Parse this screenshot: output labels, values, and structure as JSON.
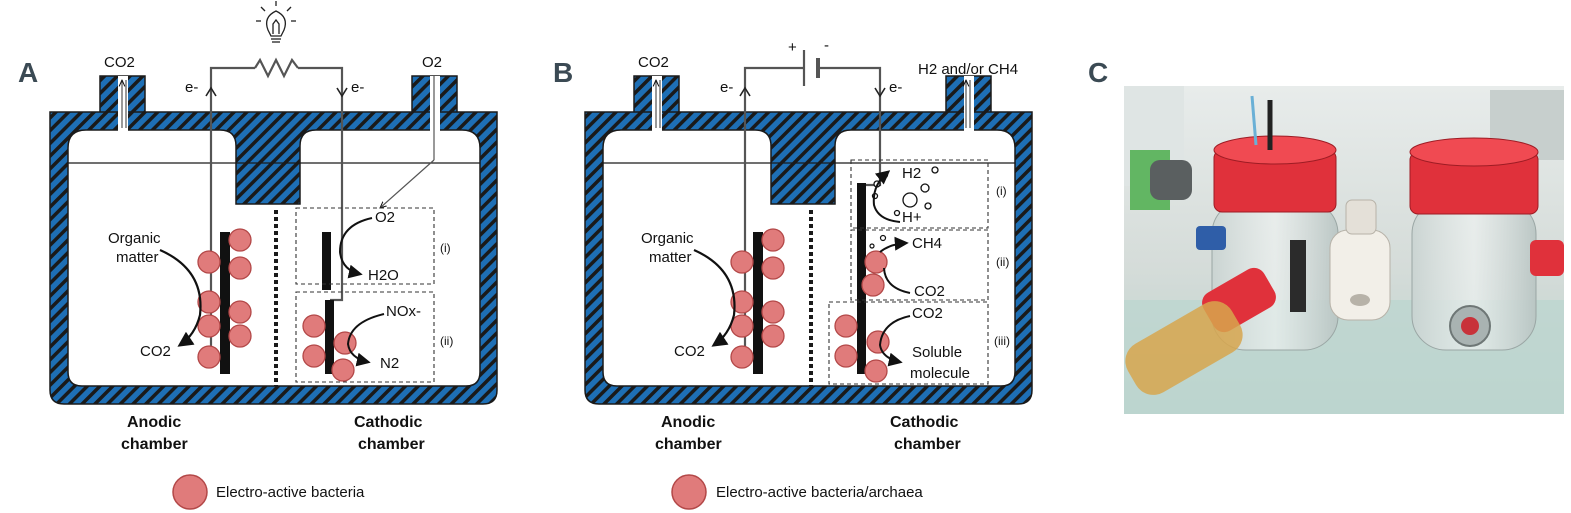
{
  "panels": {
    "a": {
      "letter": "A",
      "gas_left": "CO2",
      "gas_right": "O2",
      "electron_left": "e-",
      "electron_right": "e-",
      "organic_line1": "Organic",
      "organic_line2": "matter",
      "co2_out": "CO2",
      "box1_in": "O2",
      "box1_out": "H2O",
      "box1_tag": "(i)",
      "box2_in": "NOx-",
      "box2_out": "N2",
      "box2_tag": "(ii)",
      "anodic_line1": "Anodic",
      "anodic_line2": "chamber",
      "cathodic_line1": "Cathodic",
      "cathodic_line2": "chamber",
      "legend": "Electro-active bacteria"
    },
    "b": {
      "letter": "B",
      "gas_left": "CO2",
      "gas_right": "H2 and/or CH4",
      "plus": "+",
      "minus": "-",
      "electron_left": "e-",
      "electron_right": "e-",
      "organic_line1": "Organic",
      "organic_line2": "matter",
      "co2_out": "CO2",
      "box1_h2": "H2",
      "box1_hplus": "H+",
      "box1_tag": "(i)",
      "box2_out": "CH4",
      "box2_in": "CO2",
      "box2_tag": "(ii)",
      "box3_in": "CO2",
      "box3_out_line1": "Soluble",
      "box3_out_line2": "molecule",
      "box3_tag": "(iii)",
      "anodic_line1": "Anodic",
      "anodic_line2": "chamber",
      "cathodic_line1": "Cathodic",
      "cathodic_line2": "chamber",
      "legend": "Electro-active bacteria/archaea"
    },
    "c": {
      "letter": "C"
    }
  },
  "colors": {
    "hatch_blue": "#1e6fb5",
    "hatch_dark": "#1a1a1a",
    "bacteria_fill": "#e07b7b",
    "bacteria_stroke": "#b34848",
    "wire": "#555555",
    "cap_red": "#e0313b"
  },
  "icons": [
    "lightbulb-icon",
    "resistor-icon",
    "battery-icon"
  ]
}
